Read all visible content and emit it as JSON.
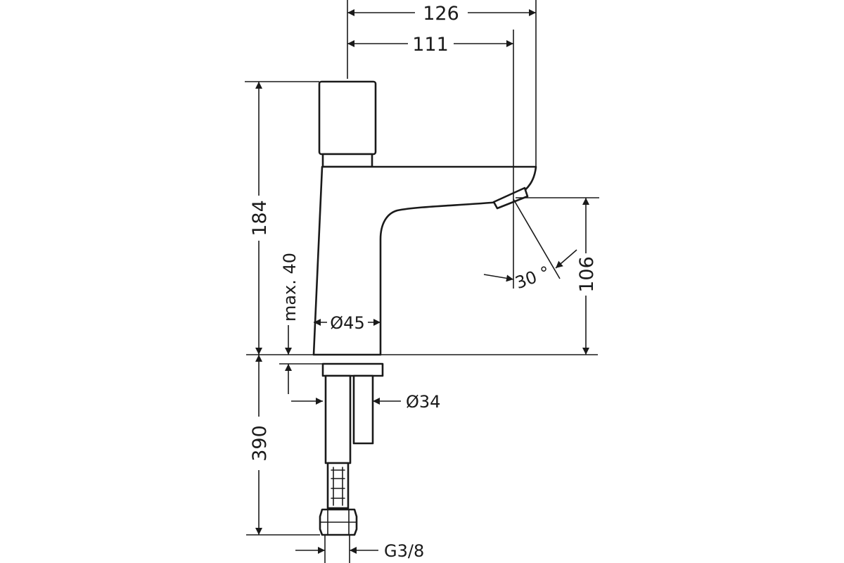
{
  "diagram": {
    "dimensions": {
      "overall_length": "126",
      "spout_reach": "111",
      "total_height": "184",
      "max_deck_thickness": "max. 40",
      "body_diameter": "Ø45",
      "spout_height": "106",
      "spout_angle": "30 °",
      "hose_length": "390",
      "shank_diameter": "Ø34",
      "connection_thread": "G3/8"
    },
    "colors": {
      "line": "#1a1a1a",
      "background": "#ffffff"
    }
  }
}
